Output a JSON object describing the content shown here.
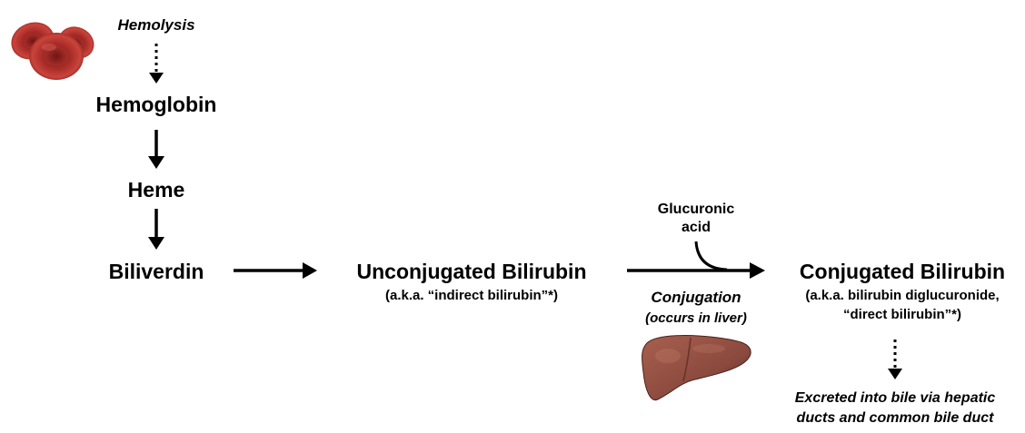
{
  "nodes": {
    "hemolysis": "Hemolysis",
    "hemoglobin": "Hemoglobin",
    "heme": "Heme",
    "biliverdin": "Biliverdin",
    "unconjugated": "Unconjugated Bilirubin",
    "unconjugated_aka": "(a.k.a. “indirect bilirubin”*)",
    "conjugated": "Conjugated Bilirubin",
    "conjugated_aka_1": "(a.k.a. bilirubin diglucuronide,",
    "conjugated_aka_2": "“direct bilirubin”*)",
    "excreted_1": "Excreted into bile via hepatic",
    "excreted_2": "ducts and common bile duct"
  },
  "reaction": {
    "reagent_1": "Glucuronic",
    "reagent_2": "acid",
    "process": "Conjugation",
    "process_note": "(occurs in liver)"
  },
  "colors": {
    "rbc": "#b8332e",
    "rbc_dark": "#7e1a18",
    "liver": "#8b4a3e",
    "liver_dark": "#5a2a22",
    "arrow": "#000000"
  }
}
